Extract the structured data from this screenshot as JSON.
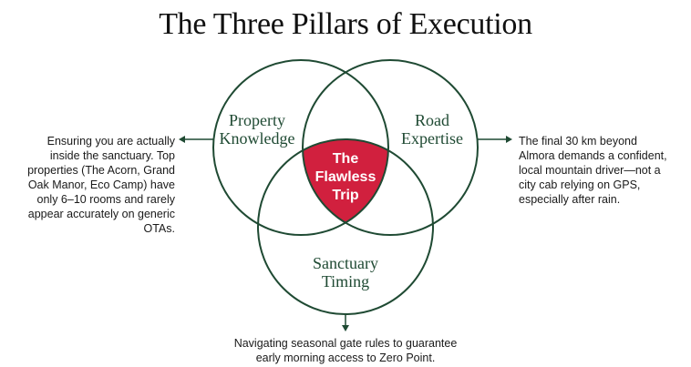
{
  "title": "The Three Pillars of Execution",
  "colors": {
    "circle_stroke": "#1f4a33",
    "center_fill": "#d1203e",
    "label_text": "#1f4a33"
  },
  "circles": {
    "property": {
      "line1": "Property",
      "line2": "Knowledge"
    },
    "road": {
      "line1": "Road",
      "line2": "Expertise"
    },
    "timing": {
      "line1": "Sanctuary",
      "line2": "Timing"
    }
  },
  "center": {
    "line1": "The",
    "line2": "Flawless",
    "line3": "Trip"
  },
  "notes": {
    "left": [
      "Ensuring you are actually",
      "inside the sanctuary. Top",
      "properties (The Acorn, Grand",
      "Oak Manor, Eco Camp) have",
      "only 6–10 rooms and rarely",
      "appear accurately on generic",
      "OTAs."
    ],
    "right": [
      "The final 30 km beyond",
      "Almora demands a confident,",
      "local mountain driver—not a",
      "city cab relying on GPS,",
      "especially after rain."
    ],
    "bottom": [
      "Navigating seasonal gate rules to guarantee",
      "early morning access to Zero Point."
    ]
  }
}
